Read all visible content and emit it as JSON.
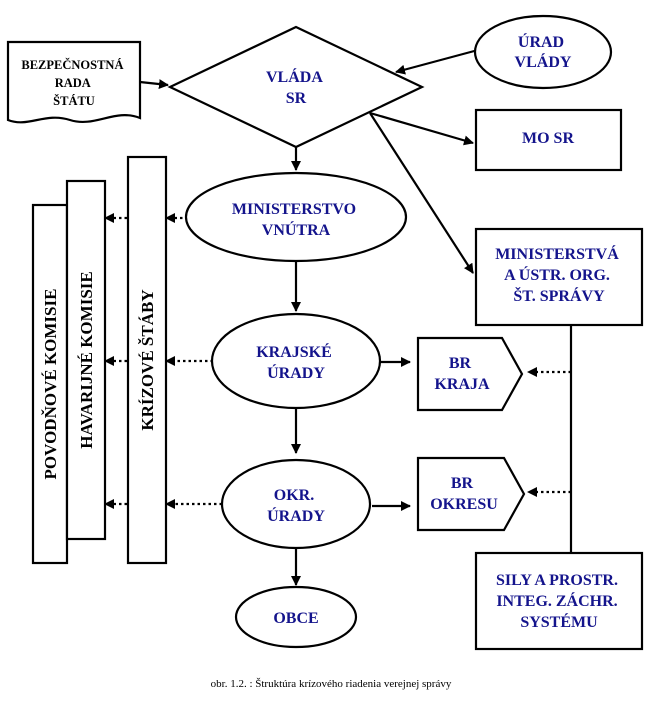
{
  "nodes": {
    "vlada": [
      "VLÁDA",
      "SR"
    ],
    "bezpecnostna_rada": [
      "BEZPEČNOSTNÁ",
      "RADA",
      "ŠTÁTU"
    ],
    "urad_vlady": [
      "ÚRAD",
      "VLÁDY"
    ],
    "mo_sr": [
      "MO SR"
    ],
    "ministerstvo_vnutra": [
      "MINISTERSTVO",
      "VNÚTRA"
    ],
    "ministerstva_org": [
      "MINISTERSTVÁ",
      "A ÚSTR. ORG.",
      "ŠT. SPRÁVY"
    ],
    "krajske_urady": [
      "KRAJSKÉ",
      "ÚRADY"
    ],
    "br_kraja": [
      "BR",
      "KRAJA"
    ],
    "okr_urady": [
      "OKR.",
      "ÚRADY"
    ],
    "br_okresu": [
      "BR",
      "OKRESU"
    ],
    "obce": [
      "OBCE"
    ],
    "sily_prostr": [
      "SILY A PROSTR.",
      "INTEG. ZÁCHR.",
      "SYSTÉMU"
    ],
    "krizove_staby": "KRÍZOVÉ  ŠTÁBY",
    "havarijne_komisie": "HAVARIJNÉ  KOMISIE",
    "povodnove_komisie": "POVODŇOVÉ  KOMISIE"
  },
  "caption": "obr. 1.2. : Štruktúra krízového riadenia verejnej správy",
  "colors": {
    "text": "#14148c",
    "line": "#000000"
  }
}
